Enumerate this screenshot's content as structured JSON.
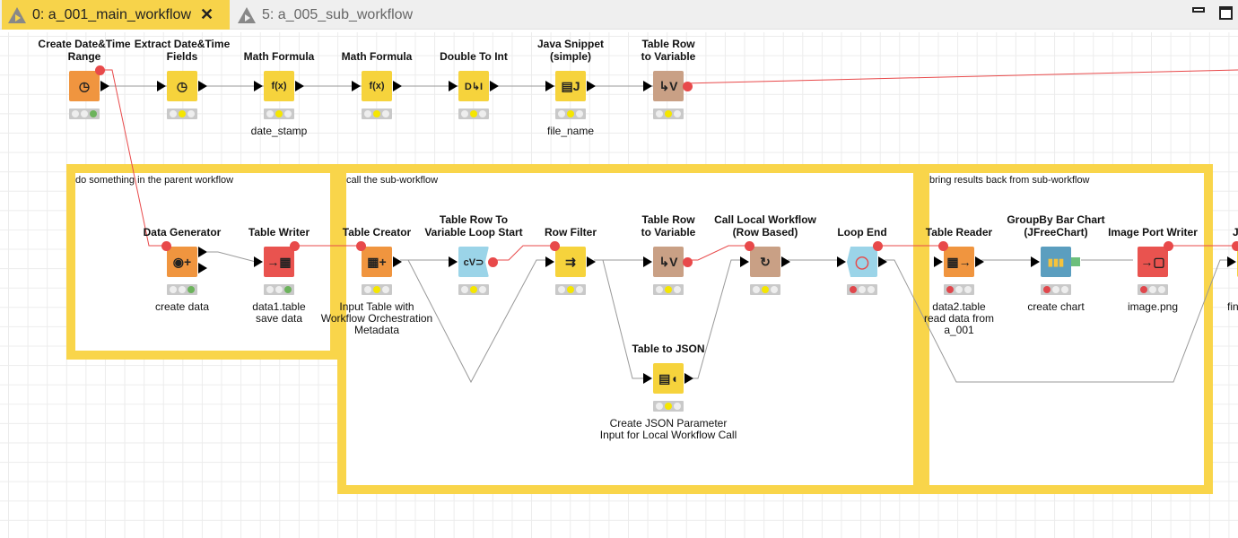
{
  "tabs": [
    {
      "label": "0: a_001_main_workflow",
      "active": true,
      "close_icon": "close-x-icon"
    },
    {
      "label": "5: a_005_sub_workflow",
      "active": false
    }
  ],
  "window_controls": [
    "minimize-icon",
    "maximize-icon"
  ],
  "colors": {
    "tab_active": "#f7d34a",
    "annotation_border": "#f9d54a",
    "flow_variable": "#e8494a",
    "connection": "#888888",
    "source": "#f0953f",
    "manipulator": "#f6d33c",
    "writer": "#e9534f",
    "other": "#c9a085",
    "loop": "#9bd4e8",
    "visualizer": "#5b9ebf"
  },
  "annotations": [
    "do something in the parent workflow",
    "call the sub-workflow",
    "bring results back from sub-workflow"
  ],
  "nodes": [
    {
      "label": "Create Date&Time\nRange",
      "annotation": "",
      "type": "source",
      "icon": "clock-icon",
      "glyph": "◷",
      "status": "green"
    },
    {
      "label": "Extract Date&Time\nFields",
      "annotation": "",
      "type": "manipulator",
      "icon": "clock-icon",
      "glyph": "◷",
      "status": "yellow"
    },
    {
      "label": "Math Formula",
      "annotation": "date_stamp",
      "type": "manipulator",
      "icon": "formula-icon",
      "glyph": "f(x)",
      "status": "yellow"
    },
    {
      "label": "Math Formula",
      "annotation": "",
      "type": "manipulator",
      "icon": "formula-icon",
      "glyph": "f(x)",
      "status": "yellow"
    },
    {
      "label": "Double To Int",
      "annotation": "",
      "type": "manipulator",
      "icon": "convert-icon",
      "glyph": "D↳I",
      "status": "yellow"
    },
    {
      "label": "Java Snippet\n(simple)",
      "annotation": "file_name",
      "type": "manipulator",
      "icon": "java-icon",
      "glyph": "▤J",
      "status": "yellow"
    },
    {
      "label": "Table Row\nto Variable",
      "annotation": "",
      "type": "other",
      "icon": "row-to-variable-icon",
      "glyph": "↳V",
      "status": "yellow"
    },
    {
      "label": "Data Generator",
      "annotation": "create data",
      "type": "source",
      "icon": "generator-icon",
      "glyph": "◉+",
      "status": "green"
    },
    {
      "label": "Table Writer",
      "annotation": "data1.table\nsave data",
      "type": "writer",
      "icon": "table-write-icon",
      "glyph": "→▦",
      "status": "green"
    },
    {
      "label": "Table Creator",
      "annotation": "Input Table with\nWorkflow Orchestration\nMetadata",
      "type": "source",
      "icon": "table-create-icon",
      "glyph": "▦+",
      "status": "yellow"
    },
    {
      "label": "Table Row To\nVariable Loop Start",
      "annotation": "",
      "type": "loop",
      "icon": "loop-start-icon",
      "glyph": "cV⊃",
      "status": "yellow"
    },
    {
      "label": "Row Filter",
      "annotation": "",
      "type": "manipulator",
      "icon": "filter-icon",
      "glyph": "⇉",
      "status": "yellow"
    },
    {
      "label": "Table Row\nto Variable",
      "annotation": "",
      "type": "other",
      "icon": "row-to-variable-icon",
      "glyph": "↳V",
      "status": "yellow"
    },
    {
      "label": "Call Local Workflow\n(Row Based)",
      "annotation": "",
      "type": "other",
      "icon": "call-workflow-icon",
      "glyph": "↻",
      "status": "yellow"
    },
    {
      "label": "Loop End",
      "annotation": "",
      "type": "loop",
      "icon": "loop-end-icon",
      "glyph": "◯",
      "status": "red"
    },
    {
      "label": "Table Reader",
      "annotation": "data2.table\nread data from\na_001",
      "type": "source",
      "icon": "table-read-icon",
      "glyph": "▦→",
      "status": "red"
    },
    {
      "label": "GroupBy Bar Chart\n(JFreeChart)",
      "annotation": "create chart",
      "type": "visualizer",
      "icon": "bar-chart-icon",
      "glyph": "▮▮▮",
      "status": "red"
    },
    {
      "label": "Image Port Writer",
      "annotation": "image.png",
      "type": "writer",
      "icon": "image-write-icon",
      "glyph": "→▢",
      "status": "red"
    },
    {
      "label": "Table to JSON",
      "annotation": "Create JSON Parameter\nInput for Local Workflow Call",
      "type": "manipulator",
      "icon": "json-icon",
      "glyph": "▤◖",
      "status": "yellow"
    },
    {
      "label": "JSO",
      "annotation": "fin",
      "type": "manipulator",
      "icon": "",
      "glyph": "",
      "status": "none"
    }
  ]
}
